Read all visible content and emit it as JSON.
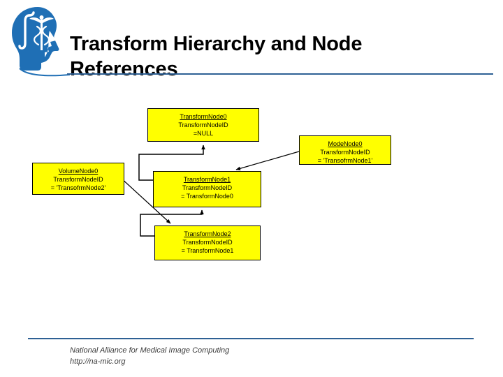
{
  "slide": {
    "title": "Transform Hierarchy and Node References",
    "title_line1": "Transform Hierarchy and Node",
    "title_line2": "References",
    "accent_color": "#2e6094",
    "node_fill_color": "#ffff00",
    "node_border_color": "#000000",
    "background_color": "#ffffff"
  },
  "logo": {
    "name": "na-mic-head-caduceus-logo",
    "color": "#1f6fb5",
    "alt": "National Alliance for Medical Image Computing logo"
  },
  "diagram": {
    "nodes": [
      {
        "id": "transformnode0",
        "title": "TransformNode0",
        "line2": "TransformNodeID",
        "line3": "=NULL"
      },
      {
        "id": "modenode0",
        "title": "ModeNode0",
        "line2": "TransformNodeID",
        "line3": "= 'TransofrmNode1'"
      },
      {
        "id": "volumenode0",
        "title": "VolumeNode0",
        "line2": "TransformNodeID",
        "line3": "= 'TransofrmNode2'"
      },
      {
        "id": "transformnode1",
        "title": "TransformNode1",
        "line2": "TransformNodeID",
        "line3": "= TransformNode0"
      },
      {
        "id": "transformnode2",
        "title": "TransformNode2",
        "line2": "TransformNodeID",
        "line3": "= TransformNode1"
      }
    ],
    "connectors": [
      {
        "from": "transformnode1",
        "to": "transformnode0",
        "style": "orthogonal-arrow"
      },
      {
        "from": "transformnode2",
        "to": "transformnode1",
        "style": "orthogonal-arrow"
      },
      {
        "from": "modenode0",
        "to": "transformnode1",
        "style": "diagonal-arrow"
      },
      {
        "from": "volumenode0",
        "to": "transformnode2",
        "style": "diagonal-arrow"
      }
    ]
  },
  "footer": {
    "line1": "National Alliance for Medical Image Computing",
    "line2": "http://na-mic.org"
  }
}
